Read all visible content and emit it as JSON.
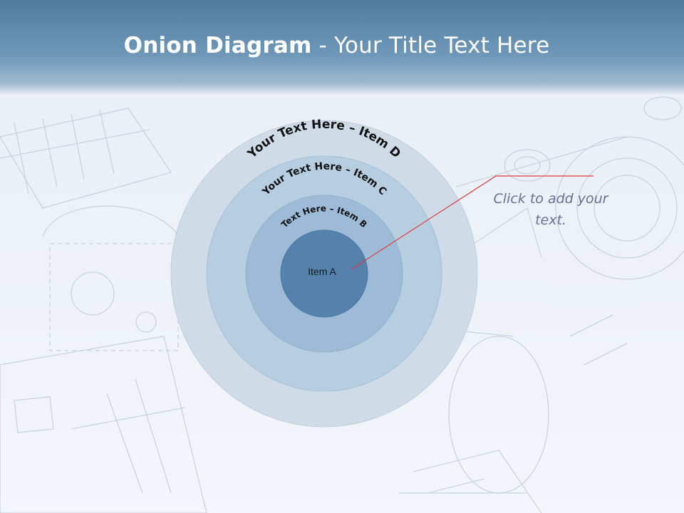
{
  "slide": {
    "title_bold": "Onion Diagram",
    "title_rest": " - Your Title Text Here"
  },
  "onion": {
    "layers": [
      {
        "id": "D",
        "label": "Your Text Here – Item D",
        "color": "#cfdce8"
      },
      {
        "id": "C",
        "label": "Your Text Here – Item C",
        "color": "#b7cde0"
      },
      {
        "id": "B",
        "label": "Text Here – Item B",
        "color": "#9dbbd6"
      },
      {
        "id": "A",
        "label": "Item A",
        "color": "#5482ac"
      }
    ]
  },
  "callout": {
    "text": "Click  to add your text.",
    "line_color": "#e03a3a"
  },
  "icons": {
    "background": "blueprint-bearing-background"
  }
}
